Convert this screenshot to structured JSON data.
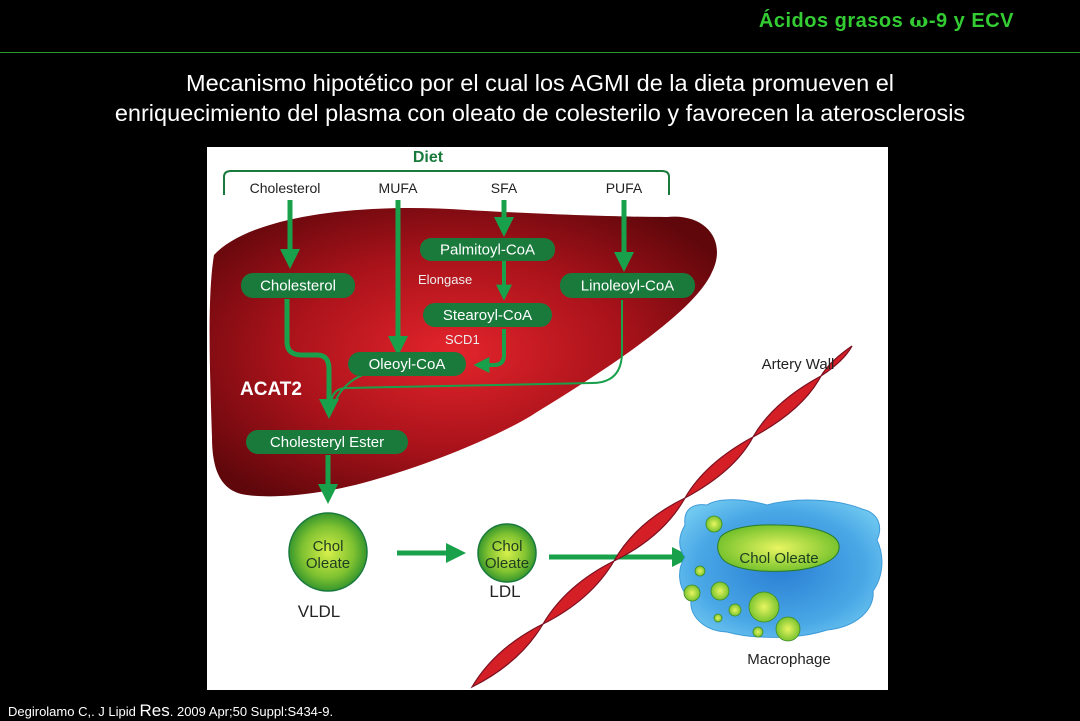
{
  "slide": {
    "top_title_prefix": "Ácidos grasos ",
    "top_title_omega": "ω",
    "top_title_suffix": "-9 y ECV",
    "heading_line1": "Mecanismo hipotético por el cual los AGMI de la dieta promueven el",
    "heading_line2": "enriquecimiento del plasma con oleato de colesterilo y favorecen la aterosclerosis",
    "citation_part1": "Degirolamo C,. J Lipid ",
    "citation_part2": "Res",
    "citation_part3": ". 2009 Apr;50 Suppl:S434-9."
  },
  "diagram": {
    "diet_label": "Diet",
    "diet_items": [
      "Cholesterol",
      "MUFA",
      "SFA",
      "PUFA"
    ],
    "liver_nodes": {
      "cholesterol": "Cholesterol",
      "palmitoyl": "Palmitoyl-CoA",
      "linoleoyl": "Linoleoyl-CoA",
      "stearoyl": "Stearoyl-CoA",
      "oleoyl": "Oleoyl-CoA",
      "cholesteryl_ester": "Cholesteryl Ester"
    },
    "enzymes": {
      "elongase": "Elongase",
      "scd1": "SCD1",
      "acat2": "ACAT2"
    },
    "vldl": {
      "line1": "Chol",
      "line2": "Oleate",
      "label": "VLDL"
    },
    "ldl": {
      "line1": "Chol",
      "line2": "Oleate",
      "label": "LDL"
    },
    "artery_label": "Artery Wall",
    "macrophage_inner": "Chol Oleate",
    "macrophage_label": "Macrophage"
  },
  "colors": {
    "title_green": "#33cc33",
    "node_green": "#1a7a3c",
    "arrow_green": "#19a04b",
    "liver_red": "#8b0f14",
    "artery_red": "#d41f26",
    "macrophage_blue": "#66c6ee"
  }
}
